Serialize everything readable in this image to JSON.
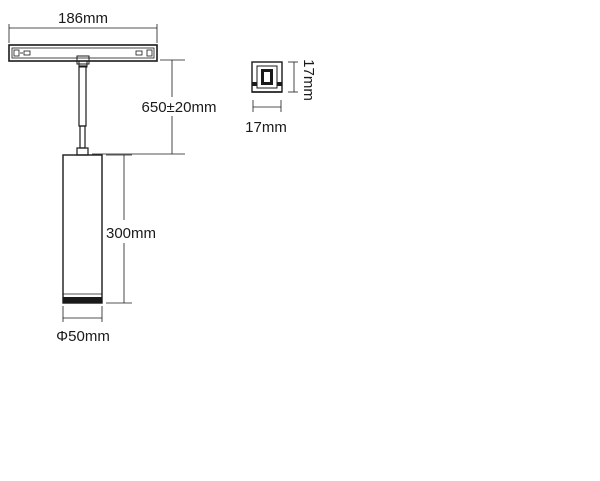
{
  "dimensions": {
    "track_length": "186mm",
    "suspension_length": "650±20mm",
    "body_height": "300mm",
    "diameter": "Φ50mm",
    "profile_height": "17mm",
    "profile_width": "17mm"
  },
  "colors": {
    "line": "#1a1a1a",
    "background": "#ffffff"
  }
}
